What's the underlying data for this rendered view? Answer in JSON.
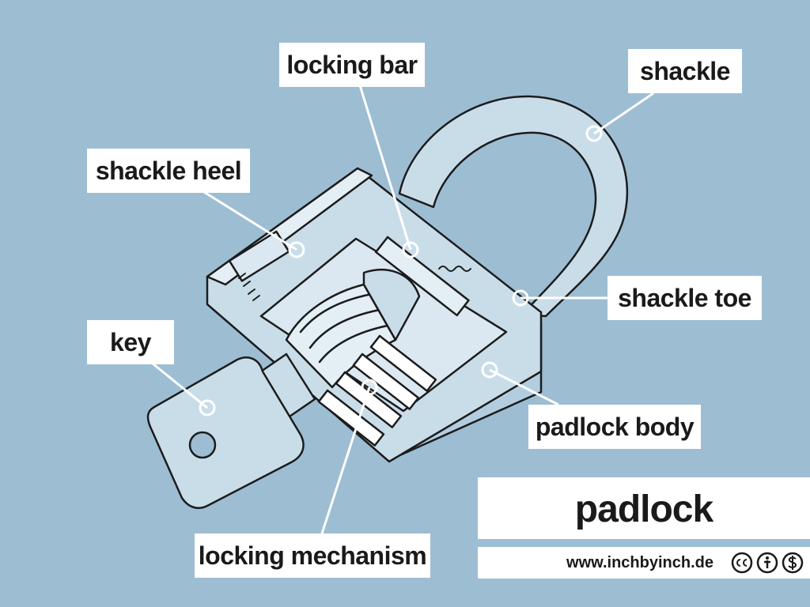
{
  "title": "padlock",
  "labels": {
    "locking_bar": "locking bar",
    "shackle": "shackle",
    "shackle_heel": "shackle heel",
    "shackle_toe": "shackle toe",
    "key": "key",
    "padlock_body": "padlock body",
    "locking_mechanism": "locking mechanism"
  },
  "footer": {
    "url": "www.inchbyinch.de",
    "license_icons": [
      "cc-icon",
      "attribution-icon",
      "noncommercial-icon"
    ]
  },
  "colors": {
    "background": "#9dbdd3",
    "metal_fill": "#c9dde9",
    "metal_light": "#e3eef5",
    "outline": "#1c1c1c",
    "label_bg": "#ffffff"
  }
}
